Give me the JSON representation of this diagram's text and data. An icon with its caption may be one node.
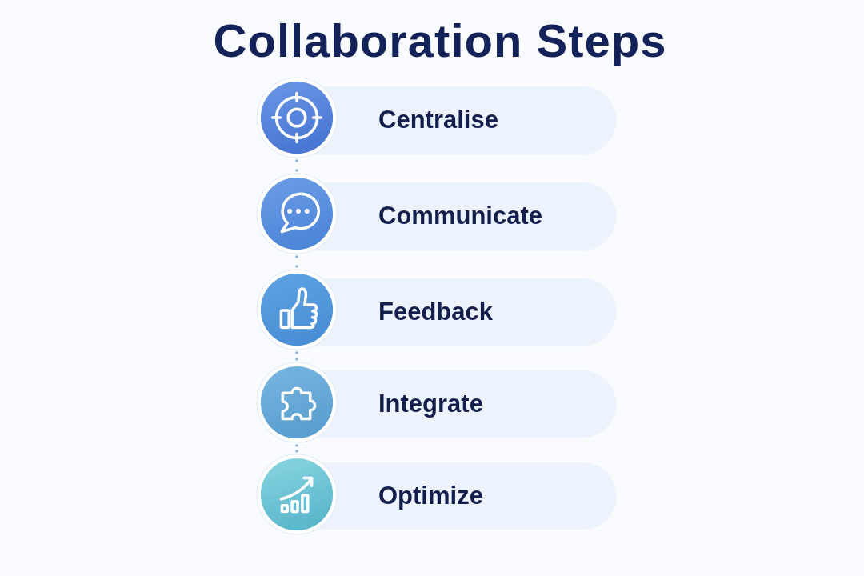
{
  "diagram": {
    "title": "Collaboration Steps",
    "nodes": [
      {
        "text": [
          "Centralise"
        ]
      },
      {
        "text": [
          "Communicate"
        ]
      },
      {
        "text": [
          "Feedback"
        ]
      },
      {
        "text": [
          "Integrate"
        ]
      },
      {
        "text": [
          "Optimize"
        ]
      }
    ],
    "edges": [
      {
        "from": 0,
        "to": 1,
        "arrow": "none",
        "style": "dashed"
      },
      {
        "from": 1,
        "to": 2,
        "arrow": "none",
        "style": "dashed"
      },
      {
        "from": 2,
        "to": 3,
        "arrow": "none",
        "style": "dashed"
      },
      {
        "from": 3,
        "to": 4,
        "arrow": "none",
        "style": "dashed"
      }
    ]
  }
}
